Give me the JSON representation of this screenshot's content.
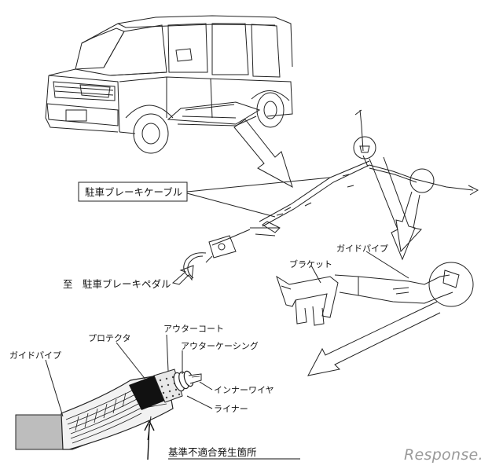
{
  "labels": {
    "parking_brake_cable": "駐車ブレーキケーブル",
    "to_parking_brake_pedal": "至　駐車ブレーキペダル",
    "guide_pipe_upper": "ガイドパイプ",
    "bracket": "ブラケット",
    "outer_coat": "アウターコート",
    "protector": "プロテクタ",
    "outer_casing": "アウターケーシング",
    "guide_pipe_lower": "ガイドパイプ",
    "inner_wire": "インナーワイヤ",
    "liner": "ライナー",
    "nonconformity_location": "基準不適合発生箇所"
  },
  "watermark": {
    "text": "Response."
  },
  "colors": {
    "line": "#222222",
    "pipe_fill": "#bdbdbd",
    "watermark": "#9a9a9a"
  }
}
